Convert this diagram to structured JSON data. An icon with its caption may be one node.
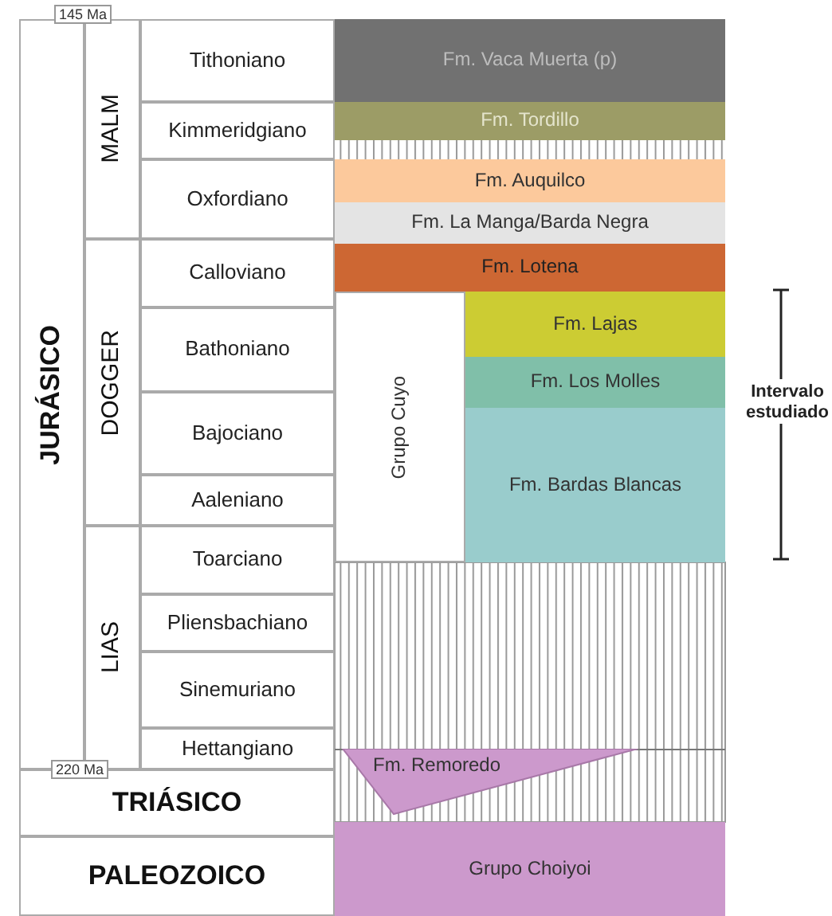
{
  "diagram": {
    "nodes": [
      {
        "text": [
          "JURÁSICO"
        ]
      },
      {
        "text": [
          "MALM"
        ]
      },
      {
        "text": [
          "Tithoniano"
        ]
      },
      {
        "text": [
          "Fm. Vaca Muerta (p)"
        ]
      },
      {
        "text": [
          "Kimmeridgiano"
        ]
      },
      {
        "text": [
          "Fm. Tordillo"
        ]
      },
      {
        "text": [
          "Oxfordiano"
        ]
      },
      {
        "text": [
          "Fm. Auquilco"
        ]
      },
      {
        "text": [
          "Fm. La Manga/Barda Negra"
        ]
      },
      {
        "text": [
          "DOGGER"
        ]
      },
      {
        "text": [
          "Calloviano"
        ]
      },
      {
        "text": [
          "Fm. Lotena"
        ]
      },
      {
        "text": [
          "Bathoniano"
        ]
      },
      {
        "text": [
          "Grupo Cuyo"
        ]
      },
      {
        "text": [
          "Fm. Lajas"
        ]
      },
      {
        "text": [
          "Fm. Los Molles"
        ]
      },
      {
        "text": [
          "Bajociano"
        ]
      },
      {
        "text": [
          "Fm. Bardas Blancas"
        ]
      },
      {
        "text": [
          "Aaleniano"
        ]
      },
      {
        "text": [
          "LIAS"
        ]
      },
      {
        "text": [
          "Toarciano"
        ]
      },
      {
        "text": [
          "Pliensbachiano"
        ]
      },
      {
        "text": [
          "Sinemuriano"
        ]
      },
      {
        "text": [
          "Hettangiano"
        ]
      },
      {
        "text": [
          "Fm. Remoredo"
        ]
      },
      {
        "text": [
          "TRIÁSICO"
        ]
      },
      {
        "text": [
          "PALEOZOICO"
        ]
      },
      {
        "text": [
          "Grupo Choiyoi"
        ]
      }
    ],
    "labels": [
      "145 Ma",
      "220 Ma",
      "Intervalo estudiado"
    ]
  }
}
